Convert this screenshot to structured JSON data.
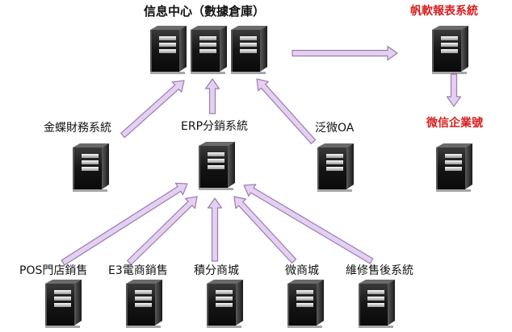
{
  "diagram": {
    "data_center_label": "信息中心（數據倉庫）",
    "report_system_label": "帆軟報表系統",
    "wechat_label": "微信企業號",
    "kingdee_label": "金蝶財務系統",
    "erp_label": "ERP分銷系統",
    "fanwei_label": "泛微OA",
    "pos_label": "POS門店銷售",
    "e3_label": "E3電商銷售",
    "points_label": "積分商城",
    "micromall_label": "微商城",
    "aftersales_label": "維修售後系統"
  },
  "colors": {
    "arrow_fill": "#e3d1ef",
    "arrow_stroke": "#9b7bb5",
    "highlight_text": "#d81e1e",
    "server_body": "#1f1f1f"
  },
  "icons": {
    "server": "server-tower-icon",
    "arrow": "arrow-icon"
  }
}
